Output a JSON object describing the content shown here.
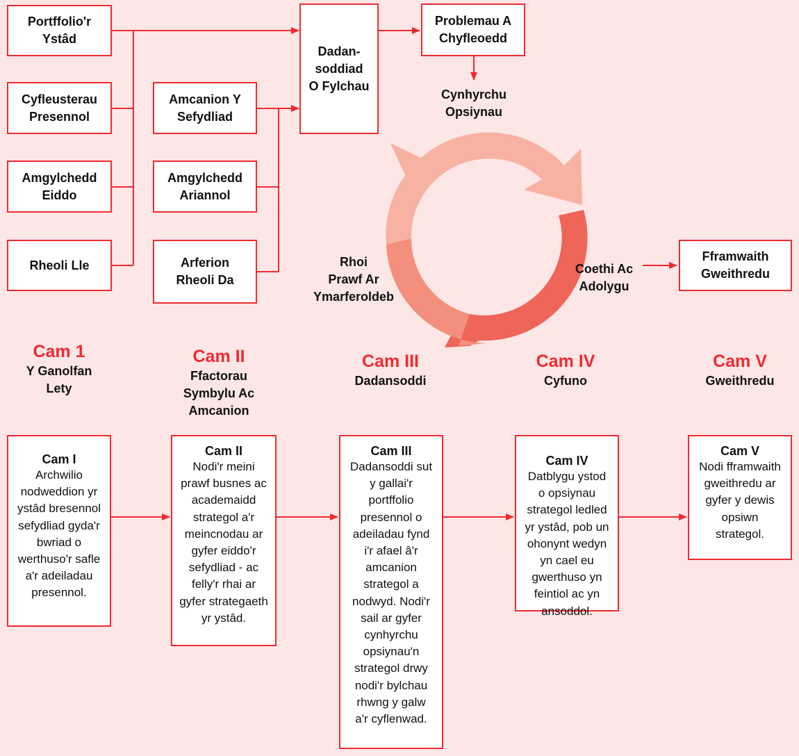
{
  "colors": {
    "accent": "#ee2b32",
    "background": "#fde6e6",
    "cycle_light": "#f9b6a8",
    "cycle_dark": "#ef6055"
  },
  "inputs_left": [
    {
      "label": "Portffolio'r\nYstâd"
    },
    {
      "label": "Cyfleusterau\nPresennol"
    },
    {
      "label": "Amgylchedd\nEiddo"
    },
    {
      "label": "Rheoli Lle"
    }
  ],
  "inputs_mid": [
    {
      "label": "Amcanion Y\nSefydliad"
    },
    {
      "label": "Amgylchedd\nAriannol"
    },
    {
      "label": "Arferion\nRheoli Da"
    }
  ],
  "center_box": {
    "label": "Dadan-\nsoddiad\nO Fylchau"
  },
  "problems_box": {
    "label": "Problemau A\nChyfleoedd"
  },
  "generate_label": "Cynhyrchu\nOpsiynau",
  "test_label": "Rhoi\nPrawf Ar\nYmarferoldeb",
  "refine_label": "Coethi Ac\nAdolygu",
  "framework_box": {
    "label": "Fframwaith\nGweithredu"
  },
  "stages": [
    {
      "title": "Cam 1",
      "subtitle": "Y Ganolfan\nLety"
    },
    {
      "title": "Cam II",
      "subtitle": "Ffactorau\nSymbylu Ac\nAmcanion"
    },
    {
      "title": "Cam III",
      "subtitle": "Dadansoddi"
    },
    {
      "title": "Cam IV",
      "subtitle": "Cyfuno"
    },
    {
      "title": "Cam V",
      "subtitle": "Gweithredu"
    }
  ],
  "descriptions": [
    {
      "title": "Cam I",
      "text": "Archwilio\nnodweddion yr\nystâd bresennol\nsefydliad gyda'r\nbwriad o\nwerthuso'r safle\na'r adeiladau\npresennol."
    },
    {
      "title": "Cam II",
      "text": "Nodi'r meini\nprawf busnes ac\nacademaidd\nstrategol a'r\nmeincnodau ar\ngyfer eiddo'r\nsefydliad - ac\nfelly'r rhai ar\ngyfer strategaeth\nyr ystâd."
    },
    {
      "title": "Cam III",
      "text": "Dadansoddi sut\ny gallai'r\nportffolio\npresennol o\nadeiladau fynd\ni'r afael â'r\namcanion\nstrategol a\nnodwyd. Nodi'r\nsail ar gyfer\ncynhyrchu\nopsiynau'n\nstrategol drwy\nnodi'r bylchau\nrhwng y galw\na'r cyflenwad."
    },
    {
      "title": "Cam IV",
      "text": "Datblygu ystod\no opsiynau\nstrategol ledled\nyr ystâd, pob un\nohonynt wedyn\nyn cael eu\ngwerthuso yn\nfeintiol ac yn\nansoddol."
    },
    {
      "title": "Cam V",
      "text": "Nodi fframwaith\ngweithredu ar\ngyfer y dewis\nopsiwn\nstrategol."
    }
  ]
}
